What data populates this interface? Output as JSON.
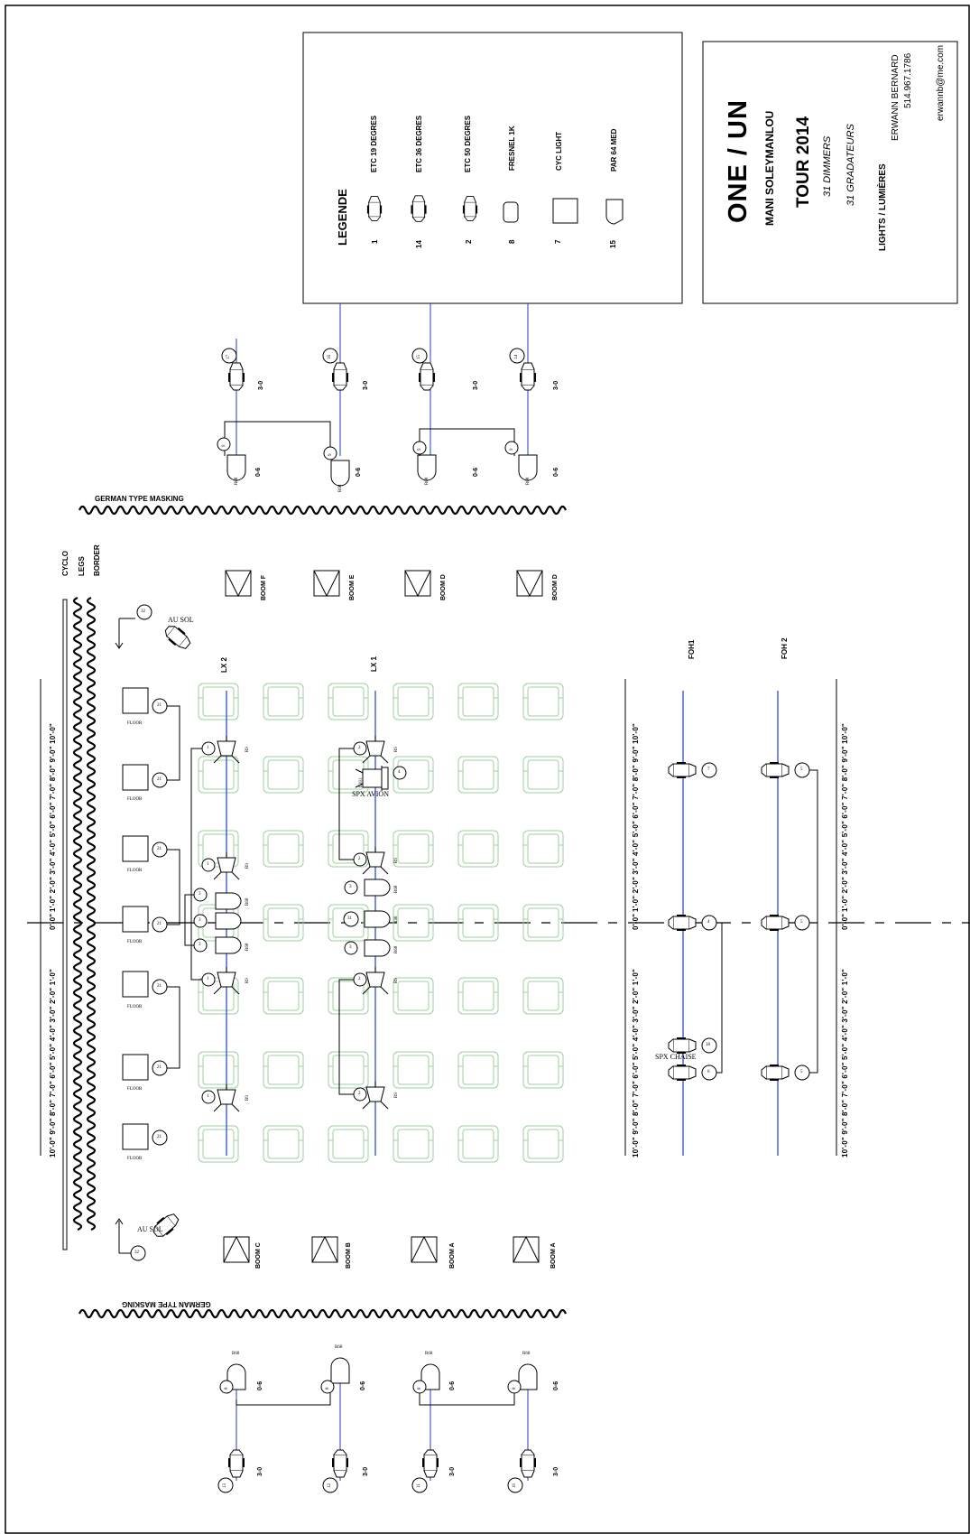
{
  "title": {
    "main": "ONE / UN",
    "subtitle": "MANI SOLEYMANLOU",
    "tour": "TOUR 2014",
    "dimmers": "31 DIMMERS",
    "gradateurs": "31 GRADATEURS",
    "lights_label": "LIGHTS / LUMIÈRES",
    "designer": "ERWANN BERNARD",
    "phone": "514.967.1786",
    "email": "erwannb@me.com"
  },
  "legend": {
    "heading": "LEGENDE",
    "items": [
      {
        "count": "1",
        "label": "ETC 19 DEGRES",
        "icon": "ellipsoidal-19-icon"
      },
      {
        "count": "14",
        "label": "ETC 36 DEGRES",
        "icon": "ellipsoidal-36-icon"
      },
      {
        "count": "2",
        "label": "ETC 50 DEGRES",
        "icon": "ellipsoidal-50-icon"
      },
      {
        "count": "8",
        "label": "FRESNEL 1K",
        "icon": "fresnel-icon"
      },
      {
        "count": "7",
        "label": "CYC LIGHT",
        "icon": "cyc-light-icon"
      },
      {
        "count": "15",
        "label": "PAR 64 MED",
        "icon": "par-can-icon"
      }
    ]
  },
  "stage": {
    "masking_top": "GERMAN TYPE MASKING",
    "masking_bottom": "GERMAN TYPE MASKING",
    "cyclo": "CYCLO",
    "legs": "LEGS",
    "border": "BORDER",
    "center": "0'-0\"",
    "scale": "10'-0\" 9'-0\" 8'-0\" 7'-0\" 6'-0\" 5'-0\" 4'-0\" 3'-0\" 2'-0\" 1'-0\"",
    "scale_rev": "1'-0\" 2'-0\" 3'-0\" 4'-0\" 5'-0\" 6'-0\" 7'-0\" 8'-0\" 9'-0\" 10'-0\"",
    "battens": {
      "lx2": "LX 2",
      "lx1": "LX 1",
      "foh1": "FOH1",
      "foh2": "FOH 2"
    },
    "booms_top": [
      "BOOM F",
      "BOOM E",
      "BOOM D",
      "BOOM D"
    ],
    "booms_bottom": [
      "BOOM C",
      "BOOM B",
      "BOOM A",
      "BOOM A"
    ],
    "au_sol": "AU SOL",
    "floor": "FLOOR",
    "spx_avion": "SPX AVION",
    "spx_chaise": "SPX CHAISE",
    "height_par": "0-6",
    "height_ellip": "3-0",
    "gel_r68": "R68",
    "gel_r9": "R9",
    "gel_r36": "R36",
    "gel_l201": "L201",
    "boom_top_circuits": {
      "ellip": [
        "17",
        "16",
        "15",
        "14"
      ],
      "par": [
        "9",
        "9",
        "9",
        "9"
      ]
    },
    "boom_bottom_circuits": {
      "ellip": [
        "13",
        "12",
        "11",
        "10"
      ],
      "par": [
        "8",
        "8",
        "8",
        "8"
      ]
    },
    "floor_circuits": [
      "21",
      "21",
      "21",
      "21",
      "21",
      "21",
      "21"
    ],
    "lx2_circuits": [
      "1",
      "1",
      "3",
      "3",
      "3",
      "1",
      "1"
    ],
    "lx1_circuits": [
      "2",
      "4",
      "2",
      "3",
      "31",
      "3",
      "2",
      "2"
    ],
    "foh1_circuits": [
      "7",
      "4",
      "18",
      "6"
    ],
    "foh2_circuits": [
      "5",
      "5",
      "5"
    ],
    "side_circuits": [
      "32",
      "32"
    ]
  }
}
